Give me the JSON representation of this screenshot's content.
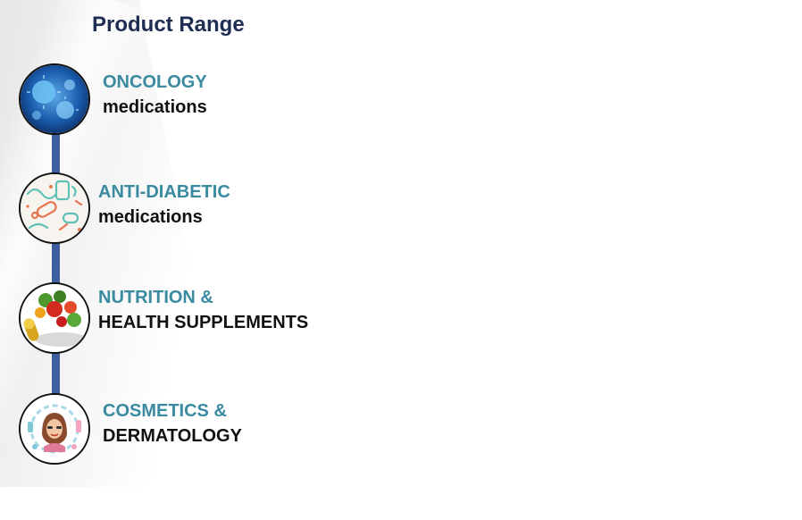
{
  "title": "Product Range",
  "items": [
    {
      "category": "ONCOLOGY",
      "subtitle": "medications",
      "icon": "virus-cells-icon"
    },
    {
      "category": "ANTI-DIABETIC",
      "subtitle": "medications",
      "icon": "diabetes-pills-icon"
    },
    {
      "category": "NUTRITION &",
      "subtitle": "HEALTH SUPPLEMENTS",
      "icon": "vegetables-supplements-icon"
    },
    {
      "category": "COSMETICS &",
      "subtitle": "DERMATOLOGY",
      "icon": "woman-cosmetics-icon"
    }
  ],
  "colors": {
    "title": "#1f2d52",
    "category": "#3a8aa0",
    "subtitle": "#111111",
    "connector": "#3d5fa0"
  }
}
